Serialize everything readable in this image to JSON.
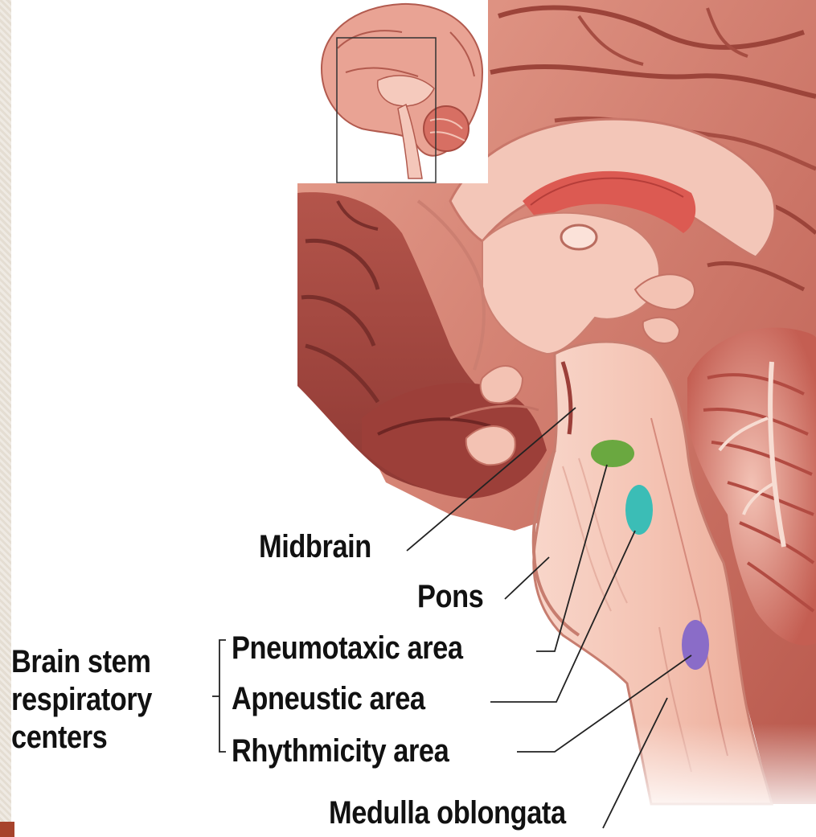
{
  "labels": {
    "midbrain": "Midbrain",
    "pons": "Pons",
    "pneumotaxic": "Pneumotaxic area",
    "apneustic": "Apneustic area",
    "rhythmicity": "Rhythmicity area",
    "medulla": "Medulla oblongata"
  },
  "group_label": {
    "line1": "Brain stem",
    "line2": "respiratory",
    "line3": "centers"
  },
  "colors": {
    "pneumotaxic_area": "#6aa840",
    "apneustic_area": "#3bbdb6",
    "rhythmicity_area": "#8a6cc8",
    "brain_tissue": "#e79b8c",
    "brainstem_tissue": "#f6cfc2",
    "dark_cortex": "#a94a42"
  }
}
